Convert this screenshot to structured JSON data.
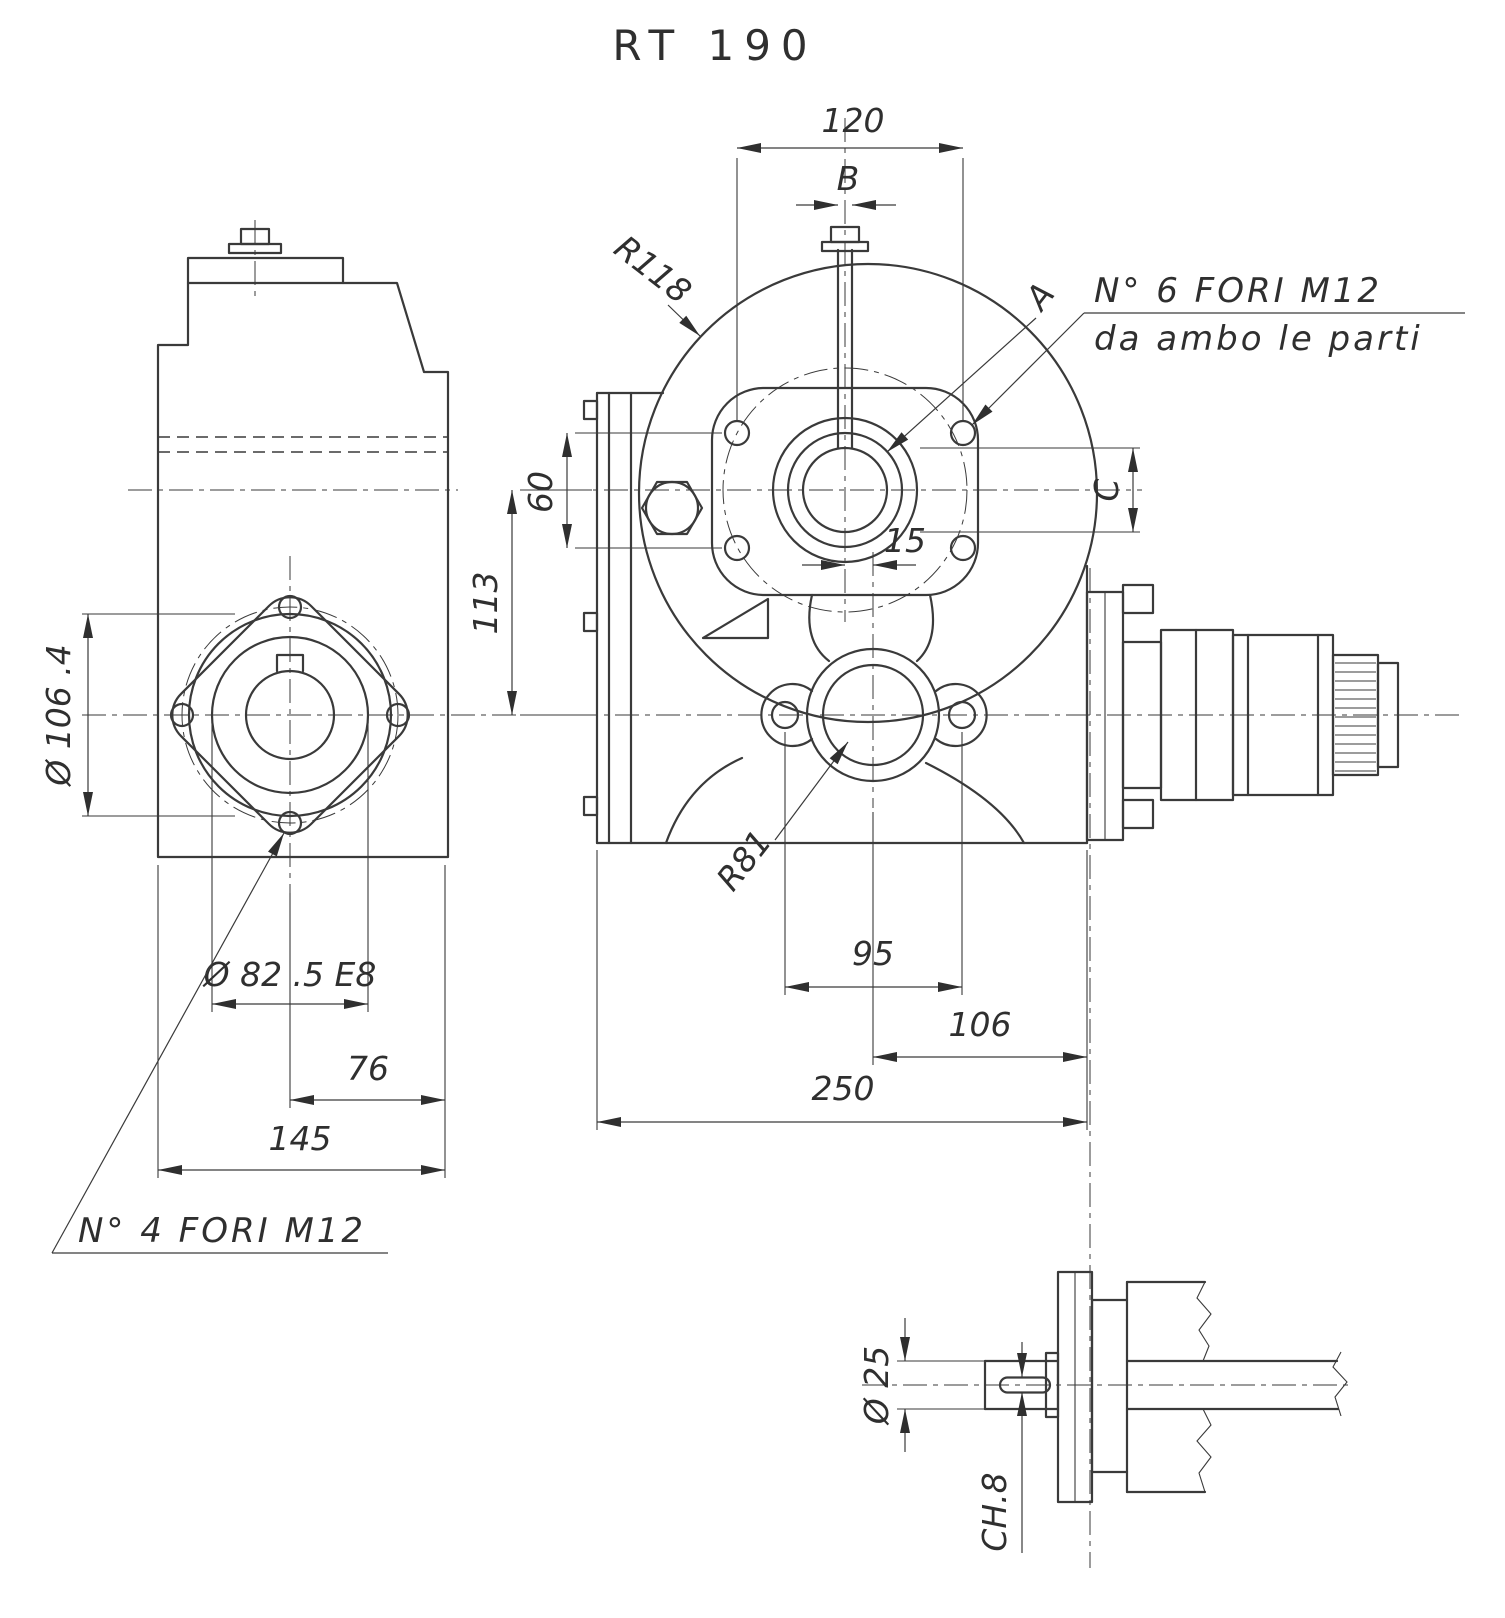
{
  "title": "RT 190",
  "side_view": {
    "dim_dia_106_4": "Ø 106 .4",
    "dim_dia_82_5": "Ø 82 .5 E8",
    "dim_76": "76",
    "dim_145": "145",
    "note_4_fori": "N° 4 FORI M12"
  },
  "front_view": {
    "dim_120": "120",
    "dim_B": "B",
    "label_A": "A",
    "note_6_fori_line1": "N° 6 FORI M12",
    "note_6_fori_line2": "da ambo le parti",
    "radius_r118": "R118",
    "dim_60": "60",
    "dim_113": "113",
    "dim_15": "15",
    "dim_C": "C",
    "radius_r81": "R81",
    "dim_95": "95",
    "dim_106": "106",
    "dim_250": "250"
  },
  "shaft_detail": {
    "dim_dia_25": "Ø 25",
    "dim_ch_8": "CH.8"
  },
  "colors": {
    "line": "#3a3a3a",
    "text": "#2f2f2f",
    "background": "#ffffff"
  }
}
